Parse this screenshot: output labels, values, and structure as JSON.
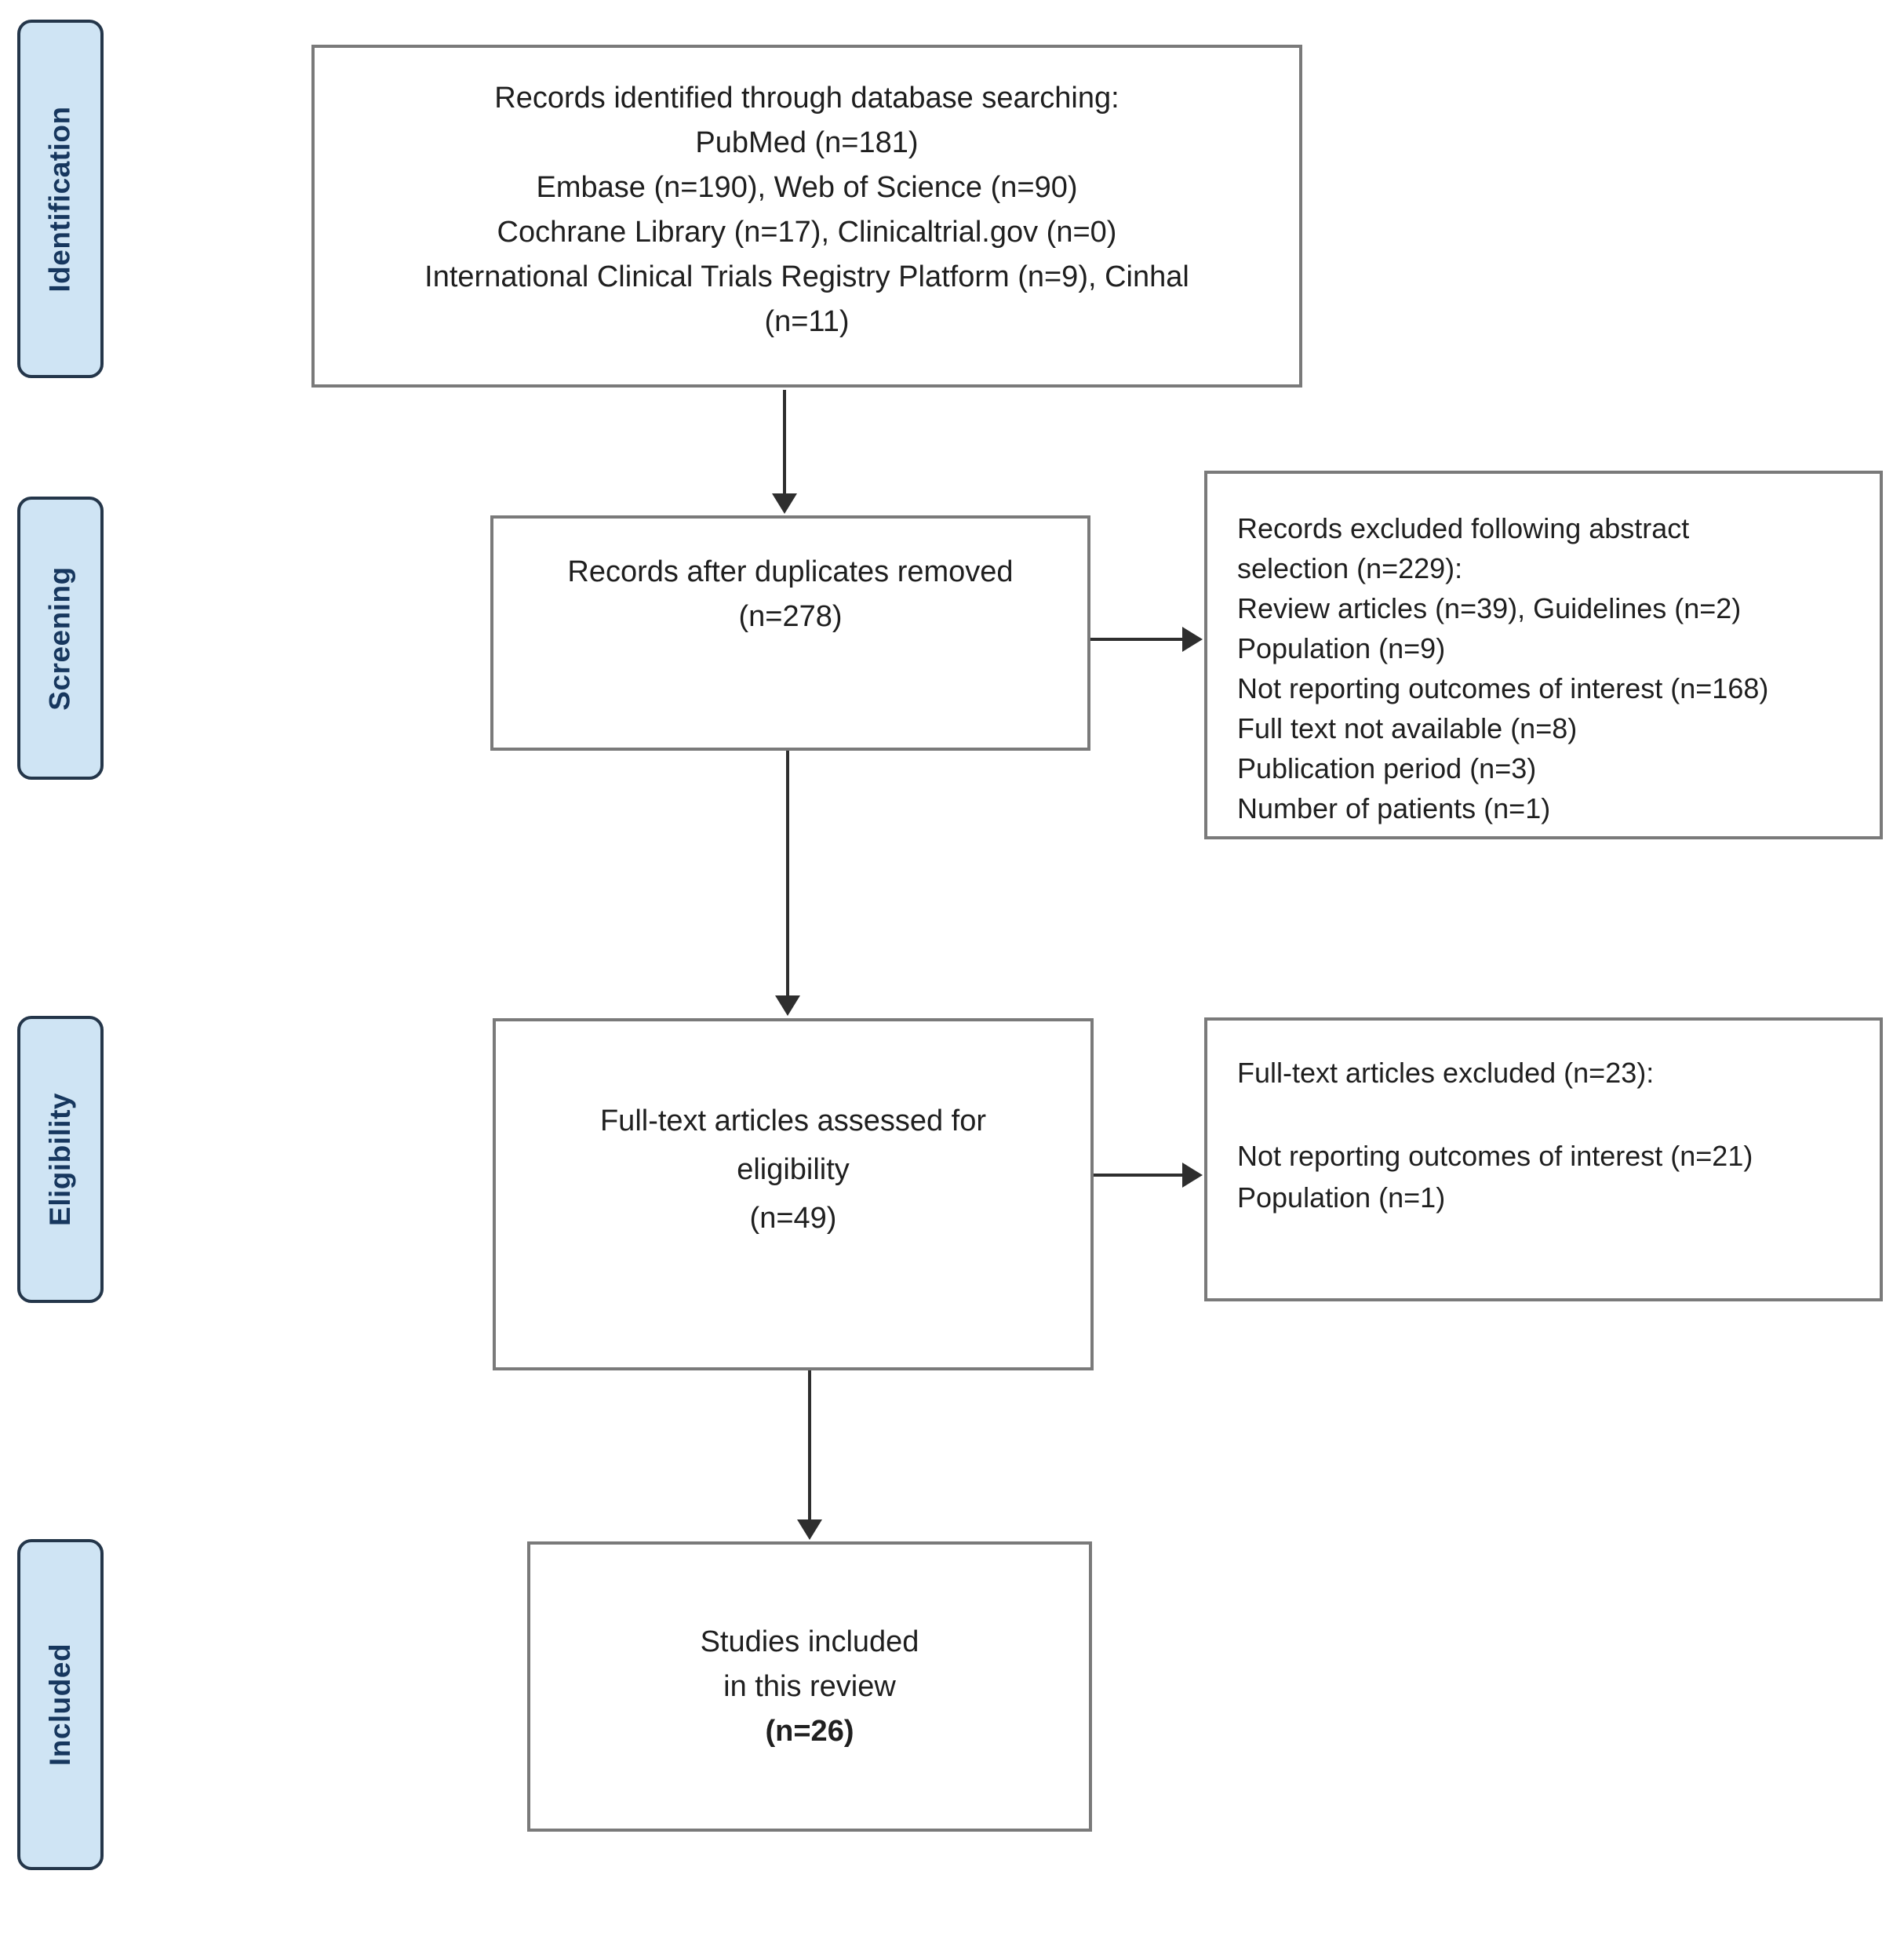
{
  "colors": {
    "phase_fill": "#cfe4f4",
    "phase_border": "#24364a",
    "phase_text": "#17375e",
    "box_fill": "#ffffff",
    "box_border": "#7a7a7a",
    "arrow": "#2e2e2e",
    "text": "#1f1f1f",
    "background": "#ffffff"
  },
  "phases": [
    {
      "label": "Identification"
    },
    {
      "label": "Screening"
    },
    {
      "label": "Eligibility"
    },
    {
      "label": "Included"
    }
  ],
  "boxes": {
    "identified": {
      "lines": [
        "Records identified through database searching:",
        "PubMed (n=181)",
        "Embase (n=190), Web of Science (n=90)",
        "Cochrane Library (n=17), Clinicaltrial.gov (n=0)",
        "International Clinical Trials Registry Platform (n=9), Cinhal",
        "(n=11)"
      ]
    },
    "after_duplicates": {
      "lines": [
        "Records after duplicates removed",
        "(n=278)"
      ]
    },
    "excluded_abstract": {
      "lines": [
        "Records excluded following abstract",
        "selection (n=229):",
        "Review articles (n=39), Guidelines (n=2)",
        "Population (n=9)",
        "Not reporting outcomes of interest (n=168)",
        "Full text not available (n=8)",
        "Publication period (n=3)",
        "Number of patients (n=1)"
      ]
    },
    "fulltext_assessed": {
      "lines": [
        "Full-text articles assessed for",
        "eligibility",
        "(n=49)"
      ]
    },
    "excluded_fulltext": {
      "lines": [
        "Full-text articles excluded (n=23):",
        "",
        "Not reporting outcomes of interest (n=21)",
        "Population (n=1)"
      ]
    },
    "included_studies": {
      "lines": [
        "Studies included",
        "in this review",
        "(n=26)"
      ]
    }
  }
}
